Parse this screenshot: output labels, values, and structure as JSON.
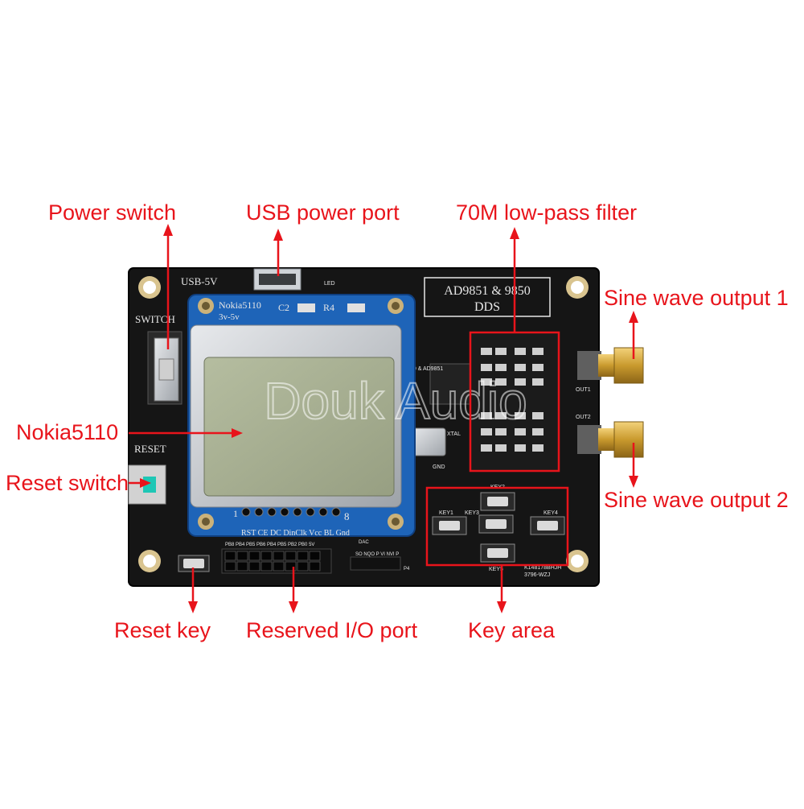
{
  "callouts": {
    "power_switch": "Power switch",
    "usb_power_port": "USB power port",
    "lowpass_filter": "70M low-pass filter",
    "sine_out_1": "Sine wave output 1",
    "sine_out_2": "Sine wave output 2",
    "nokia": "Nokia5110",
    "reset_switch": "Reset switch",
    "reset_key": "Reset key",
    "reserved_io": "Reserved I/O port",
    "key_area": "Key area"
  },
  "board": {
    "usb_label": "USB-5V",
    "switch_label": "SWITCH",
    "reset_label": "RESET",
    "led_label": "LED",
    "title_line1": "AD9851 & 9850",
    "title_line2": "DDS",
    "lcd_model": "Nokia5110",
    "lcd_voltage": "3v-5v",
    "c2_label": "C2",
    "r4_label": "R4",
    "lcd_pin_labels": "RST CE DC DinClk Vcc BL Gnd",
    "pin_1": "1",
    "pin_8": "8",
    "xtal_label": "XTAL",
    "gnd_label": "GND",
    "chip_label": "50 & AD9851",
    "out1_label": "OUT1",
    "out2_label": "OUT2",
    "key1": "KEY1",
    "key2": "KEY2",
    "key3": "KEY3",
    "key4": "KEY4",
    "key5": "KEY5",
    "serial1": "K148178BHJH",
    "serial2": "3796-WZJ",
    "dac_label": "DAC",
    "io_labels_top": "PB8 PB4 PB5 PB6 PB4 PB5 PB2 PB0 5V",
    "io_labels_bottom": "SO NQO P VI NVI P",
    "p4_label": "P4",
    "watermark": "Douk Audio"
  },
  "colors": {
    "callout": "#e8141b",
    "pcb": "#151515",
    "lcd_pcb": "#1e64b8",
    "lcd_screen": "#a4ad8f",
    "sma_gold": "#c99a2e"
  }
}
